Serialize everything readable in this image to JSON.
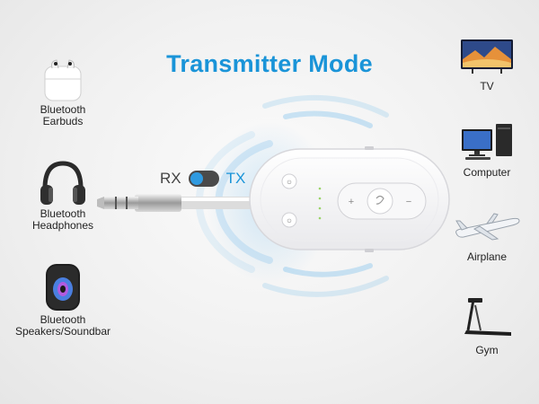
{
  "title": "Transmitter Mode",
  "switch": {
    "left_label": "RX",
    "right_label": "TX",
    "position": "left"
  },
  "left_devices": [
    {
      "line1": "Bluetooth",
      "line2": "Earbuds"
    },
    {
      "line1": "Bluetooth",
      "line2": "Headphones"
    },
    {
      "line1": "Bluetooth",
      "line2": "Speakers/Soundbar"
    }
  ],
  "right_devices": [
    {
      "label": "TV"
    },
    {
      "label": "Computer"
    },
    {
      "label": "Airplane"
    },
    {
      "label": "Gym"
    }
  ],
  "colors": {
    "accent": "#1a94d8",
    "device_body": "#ffffff",
    "background": "#efefef"
  }
}
